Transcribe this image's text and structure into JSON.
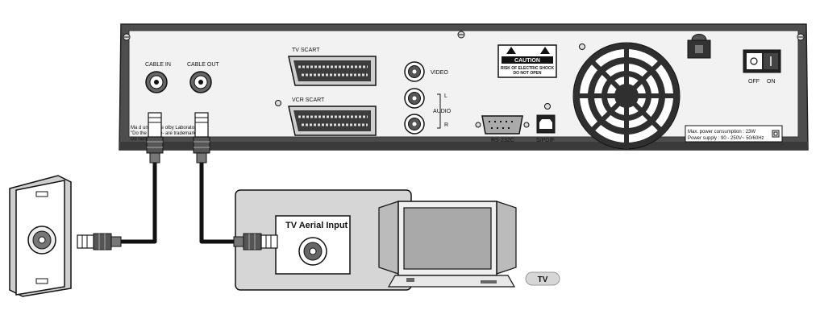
{
  "rear_panel": {
    "cable_in": "CABLE IN",
    "cable_out": "CABLE OUT",
    "tv_scart": "TV SCART",
    "vcr_scart": "VCR SCART",
    "video": "VIDEO",
    "audio": "AUDIO",
    "audio_left": "L",
    "audio_right": "R",
    "rs232c": "RS-232C",
    "spdif": "S/PDIF",
    "caution_title": "CAUTION",
    "caution_line1": "RISK OF ELECTRIC SHOCK",
    "caution_line2": "DO NOT OPEN",
    "switch_off": "OFF",
    "switch_on": "ON",
    "power_consumption": "Max. power consumption : 23W",
    "power_supply": "Power supply : 90 - 250V~ 50/60Hz",
    "dolby_line1": "Ma          d under lice        olby Laboratories.",
    "dolby_line2": "\"Do         the double-        are trademarks of",
    "dolby_line3": "Do           ratories."
  },
  "tv": {
    "aerial_input_label": "TV Aerial Input",
    "badge": "TV"
  },
  "colors": {
    "panel_dark": "#4d4d4d",
    "panel_face": "#f2f2f2",
    "tv_box": "#d6d6d6",
    "tv_screen": "#a9a9a9",
    "cable": "#111111"
  }
}
